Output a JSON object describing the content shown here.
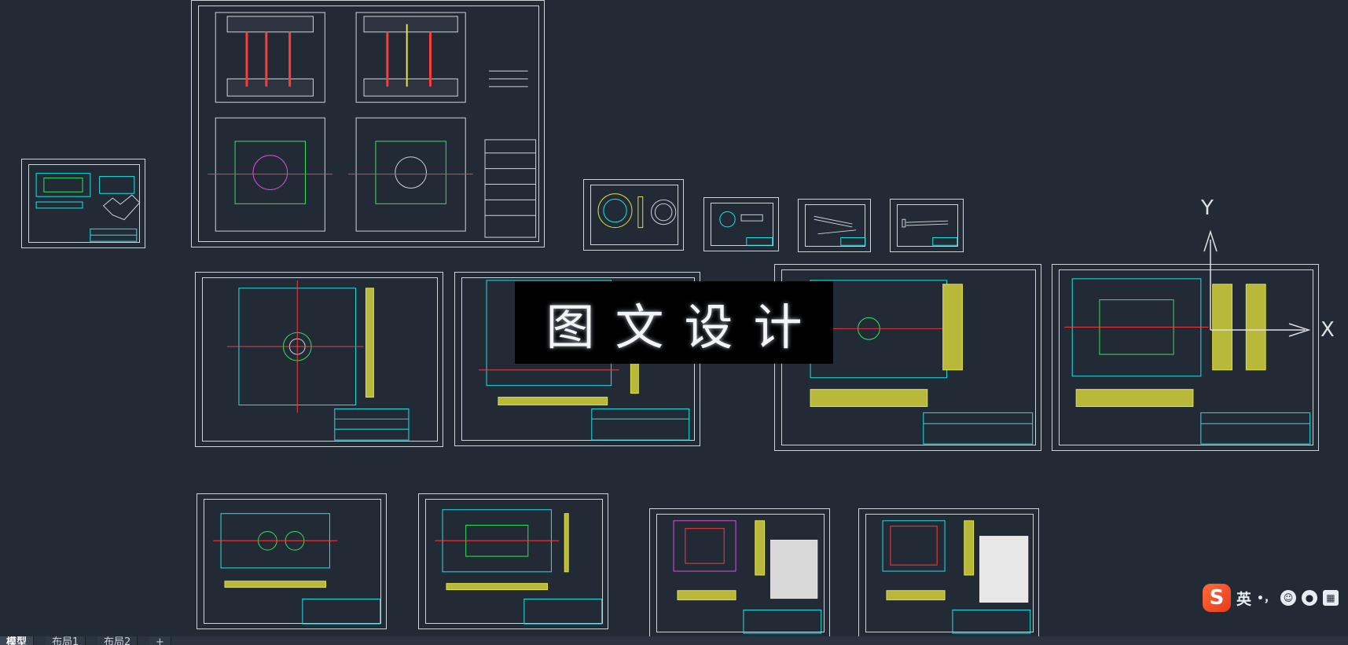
{
  "watermark": {
    "text": "图文设计"
  },
  "ucs": {
    "x_label": "X",
    "y_label": "Y"
  },
  "tabs": [
    {
      "label": "模型",
      "active": true
    },
    {
      "label": "布局1",
      "active": false
    },
    {
      "label": "布局2",
      "active": false
    },
    {
      "label": "+",
      "active": false
    }
  ],
  "ime": {
    "logo": "S",
    "mode": "英",
    "punct": "•，"
  },
  "colors": {
    "background": "#222a35",
    "frame": "#cfd3d8",
    "cyan": "#21e3e3",
    "red": "#ff3b3b",
    "yellow": "#e3e341",
    "green": "#33e35a",
    "magenta": "#e04ce0"
  }
}
